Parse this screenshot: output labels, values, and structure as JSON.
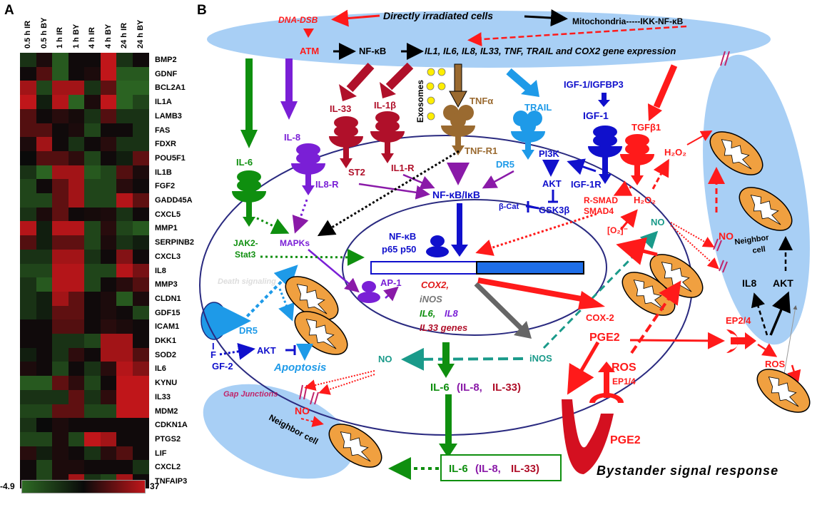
{
  "panel_a": {
    "label": "A",
    "heatmap": {
      "columns": [
        "0.5 h IR",
        "0.5 h BY",
        "1 h IR",
        "1 h BY",
        "4 h IR",
        "4 h BY",
        "24 h IR",
        "24 h BY"
      ],
      "rows": [
        "BMP2",
        "GDNF",
        "BCL2A1",
        "IL1A",
        "LAMB3",
        "FAS",
        "FDXR",
        "POU5F1",
        "IL1B",
        "FGF2",
        "GADD45A",
        "CXCL5",
        "MMP1",
        "SERPINB2",
        "CXCL3",
        "IL8",
        "MMP3",
        "CLDN1",
        "GDF15",
        "ICAM1",
        "DKK1",
        "SOD2",
        "IL6",
        "KYNU",
        "IL33",
        "MDM2",
        "CDKN1A",
        "PTGS2",
        "LIF",
        "CXCL2",
        "TNFAIP3"
      ],
      "values": [
        [
          -2,
          3,
          -4,
          1,
          1,
          30,
          -2,
          1
        ],
        [
          1,
          12,
          -4,
          1,
          3,
          30,
          -4,
          -4
        ],
        [
          25,
          -3,
          25,
          25,
          -2,
          14,
          -4.5,
          -4.5
        ],
        [
          30,
          -1,
          28,
          -4.5,
          3,
          30,
          -4.5,
          -3
        ],
        [
          12,
          1,
          5,
          2,
          -2,
          12,
          -2,
          -2
        ],
        [
          12,
          12,
          1,
          3,
          -3,
          1,
          1,
          -2
        ],
        [
          3,
          25,
          1,
          -2,
          1,
          5,
          -2,
          -2
        ],
        [
          0,
          12,
          12,
          6,
          -3,
          1,
          -1,
          14
        ],
        [
          -2,
          -4.5,
          25,
          25,
          -4,
          -3,
          12,
          3
        ],
        [
          -3,
          1,
          14,
          25,
          -3,
          -3,
          5,
          1
        ],
        [
          -3,
          -3,
          14,
          25,
          -3,
          -3,
          28,
          14
        ],
        [
          -2,
          3,
          14,
          1,
          2,
          3,
          -2,
          1
        ],
        [
          28,
          -1,
          28,
          28,
          -3,
          5,
          -3,
          -4
        ],
        [
          12,
          -1,
          14,
          14,
          -3,
          3,
          -2,
          -1
        ],
        [
          -2,
          -2,
          25,
          25,
          -2,
          1,
          20,
          1
        ],
        [
          -3,
          -3,
          28,
          28,
          -3,
          -3,
          28,
          18
        ],
        [
          -2,
          -4,
          28,
          28,
          -3,
          1,
          5,
          12
        ],
        [
          -2,
          -1,
          25,
          14,
          1,
          3,
          -4,
          3
        ],
        [
          -2,
          -1,
          14,
          14,
          1,
          3,
          1,
          -3
        ],
        [
          1,
          1,
          12,
          12,
          1,
          5,
          3,
          1
        ],
        [
          1,
          1,
          -2,
          -2,
          -3,
          25,
          25,
          1
        ],
        [
          -1,
          1,
          -2,
          6,
          1,
          25,
          25,
          12
        ],
        [
          3,
          1,
          -3,
          1,
          -2,
          5,
          28,
          20
        ],
        [
          -4,
          -4,
          14,
          6,
          -3,
          1,
          30,
          30
        ],
        [
          -2,
          -2,
          -2,
          14,
          -2,
          6,
          30,
          30
        ],
        [
          -3,
          -3,
          14,
          14,
          -3,
          -3,
          30,
          30
        ],
        [
          -2,
          0,
          3,
          1,
          1,
          1,
          1,
          1
        ],
        [
          -3,
          -3,
          3,
          -3,
          30,
          25,
          1,
          1
        ],
        [
          5,
          -1,
          3,
          1,
          -2,
          5,
          12,
          1
        ],
        [
          1,
          -3,
          3,
          3,
          1,
          1,
          1,
          -2
        ],
        [
          1,
          -3,
          3,
          25,
          -2,
          -3,
          25,
          1
        ]
      ],
      "scale_min_label": "-4.9",
      "scale_max_label": "37",
      "scale_min": -4.9,
      "scale_max": 37,
      "low_color": "#2e6b24",
      "mid_color": "#0a0a0a",
      "high_color": "#c0161a"
    }
  },
  "panel_b": {
    "label": "B",
    "title": "Bystander signal response",
    "irradiated_cell": {
      "source": "Directly irradiated cells",
      "dna": "DNA-DSB",
      "atm": "ATM",
      "nfkb": "NF-κB",
      "genes": "IL1, IL6, IL8, IL33, TNF, TRAIL  and COX2 gene expression",
      "mito": "Mitochondria-----IKK-NF-κB"
    },
    "ligands": {
      "il6": "IL-6",
      "il8": "IL-8",
      "il33": "IL-33",
      "il1b": "IL-1β",
      "tnfa": "TNFα",
      "trail": "TRAIL",
      "igf_bp3": "IGF-1/IGFBP3",
      "igf1": "IGF-1",
      "tgfb1": "TGFβ1",
      "exosomes": "Exosomes"
    },
    "receptors": {
      "il8r": "IL8-R",
      "st2": "ST2",
      "il1r": "IL1-R",
      "tnfr1": "TNF-R1",
      "dr5": "DR5",
      "igf1r": "IGF-1R"
    },
    "signaling": {
      "pi3k": "PI3K",
      "akt": "AKT",
      "gsk3b": "GSK3β",
      "bcat": "β-Cat",
      "nfkb_ikb": "NF-κB/IκB",
      "jak2": "JAK2-",
      "stat3": "Stat3",
      "mapks": "MAPKs",
      "rsmad": "R-SMAD",
      "smad4": "SMAD4",
      "h2o2": "H₂O₂",
      "o2": "[O₂]⁻",
      "no": "NO",
      "cox2": "COX-2",
      "pge2": "PGE2",
      "ros": "ROS",
      "ep14": "EP1/4",
      "ep24": "EP2/4",
      "inos": "iNOS"
    },
    "nucleus": {
      "nfkb": "NF-κB",
      "p65p50": "p65 p50",
      "ap1": "AP-1",
      "gene_cox2": "COX2,",
      "gene_inos": "iNOS",
      "gene_il6": "IL6,",
      "gene_il8": "IL8",
      "gene_il33": "IL33 genes"
    },
    "outputs": {
      "il6": "IL-6",
      "il8": "(IL-8,",
      "il33": "IL-33)",
      "box_il6": "IL-6",
      "box_il8": "(IL-8,",
      "box_il33": "IL-33)"
    },
    "left_cell": {
      "dr5": "DR5",
      "akt": "AKT",
      "apoptosis": "Apoptosis",
      "death_signaling": "Death signaling",
      "i": "I",
      "f": "F",
      "gf2": "GF-2"
    },
    "neighbor_left": {
      "gap_junctions": "Gap Junctions",
      "no": "NO",
      "label": "Neighbor cell"
    },
    "neighbor_right": {
      "no": "NO",
      "label1": "Neighbor",
      "label2": "cell",
      "il8": "IL8",
      "akt": "AKT",
      "ros": "ROS"
    },
    "colors": {
      "red": "#ff1a1a",
      "darkred": "#b0102a",
      "green": "#0f8f0f",
      "purple": "#7a1fd6",
      "blue": "#1010cc",
      "lightblue": "#1e9ae8",
      "brown": "#9a6a30",
      "teal": "#1a9a8a",
      "cell_blue": "#a8cff5",
      "orange": "#f0a040",
      "membrane": "#2a2a80"
    }
  }
}
